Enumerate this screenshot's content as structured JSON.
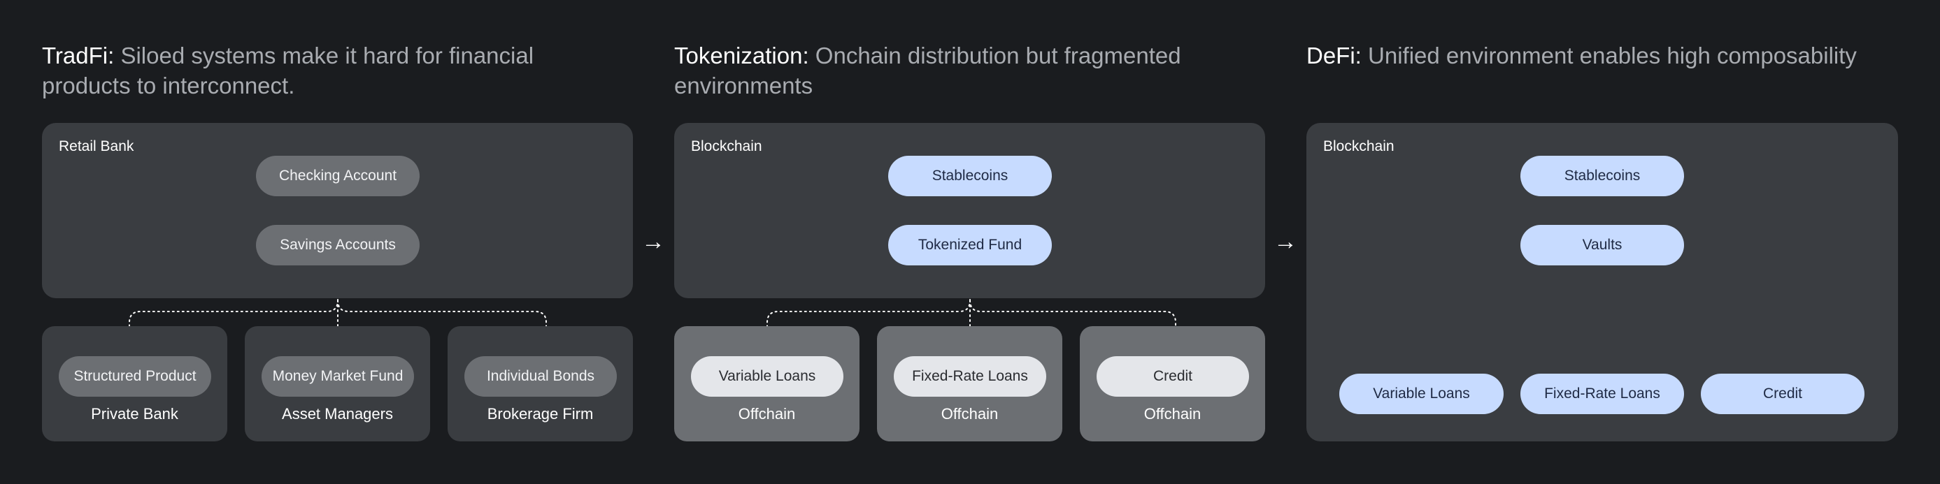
{
  "panels": [
    {
      "heading_lead": "TradFi:",
      "heading_rest": " Siloed systems make it hard for financial products to interconnect.",
      "container_label": "Retail Bank",
      "top_pills": [
        "Checking Account",
        "Savings Accounts"
      ],
      "bottom": [
        {
          "pill": "Structured Product",
          "caption": "Private Bank"
        },
        {
          "pill": "Money Market Fund",
          "caption": "Asset Managers"
        },
        {
          "pill": "Individual Bonds",
          "caption": "Brokerage Firm"
        }
      ]
    },
    {
      "heading_lead": "Tokenization:",
      "heading_rest": " Onchain distribution but fragmented environments",
      "container_label": "Blockchain",
      "top_pills": [
        "Stablecoins",
        "Tokenized Fund"
      ],
      "bottom": [
        {
          "pill": "Variable Loans",
          "caption": "Offchain"
        },
        {
          "pill": "Fixed-Rate Loans",
          "caption": "Offchain"
        },
        {
          "pill": "Credit",
          "caption": "Offchain"
        }
      ]
    },
    {
      "heading_lead": "DeFi:",
      "heading_rest": " Unified environment enables high composability",
      "container_label": "Blockchain",
      "top_pills": [
        "Stablecoins",
        "Vaults"
      ],
      "bottom": [
        {
          "pill": "Variable Loans"
        },
        {
          "pill": "Fixed-Rate Loans"
        },
        {
          "pill": "Credit"
        }
      ]
    }
  ],
  "between_arrow": "→",
  "colors": {
    "background": "#1a1c1f",
    "container": "#3a3d41",
    "offchain_box": "#6c6f73",
    "pill_gray": "#6c6f73",
    "pill_white": "#e4e6ea",
    "pill_blue": "#c7dbff"
  }
}
